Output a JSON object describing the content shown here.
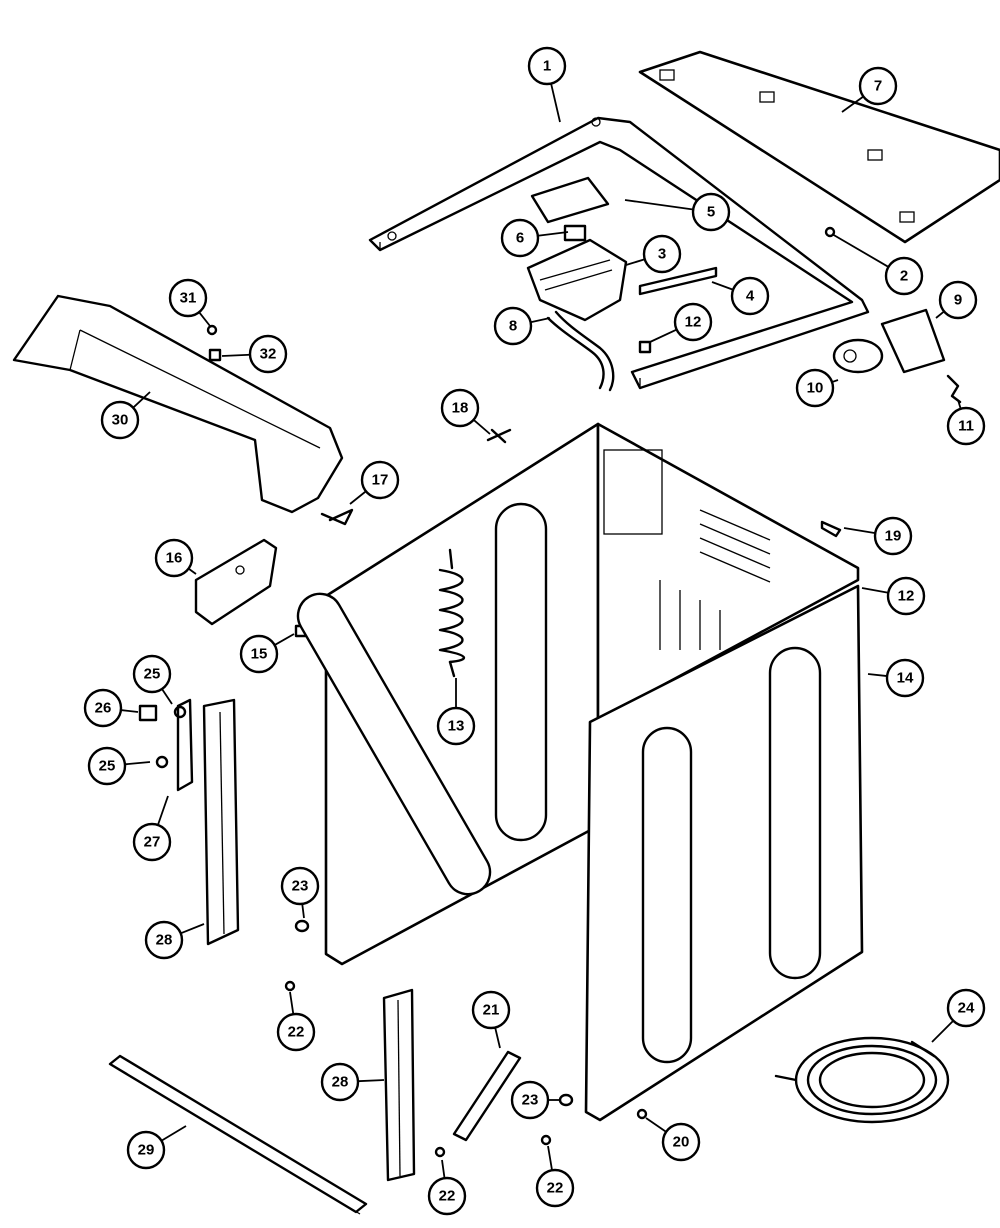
{
  "callouts": [
    {
      "label": "1"
    },
    {
      "label": "7"
    },
    {
      "label": "5"
    },
    {
      "label": "6"
    },
    {
      "label": "3"
    },
    {
      "label": "2"
    },
    {
      "label": "4"
    },
    {
      "label": "31"
    },
    {
      "label": "9"
    },
    {
      "label": "12"
    },
    {
      "label": "32"
    },
    {
      "label": "8"
    },
    {
      "label": "10"
    },
    {
      "label": "30"
    },
    {
      "label": "18"
    },
    {
      "label": "11"
    },
    {
      "label": "17"
    },
    {
      "label": "19"
    },
    {
      "label": "16"
    },
    {
      "label": "12"
    },
    {
      "label": "15"
    },
    {
      "label": "14"
    },
    {
      "label": "25"
    },
    {
      "label": "13"
    },
    {
      "label": "26"
    },
    {
      "label": "25"
    },
    {
      "label": "27"
    },
    {
      "label": "23"
    },
    {
      "label": "28"
    },
    {
      "label": "24"
    },
    {
      "label": "22"
    },
    {
      "label": "21"
    },
    {
      "label": "28"
    },
    {
      "label": "23"
    },
    {
      "label": "20"
    },
    {
      "label": "29"
    },
    {
      "label": "22"
    },
    {
      "label": "22"
    }
  ]
}
